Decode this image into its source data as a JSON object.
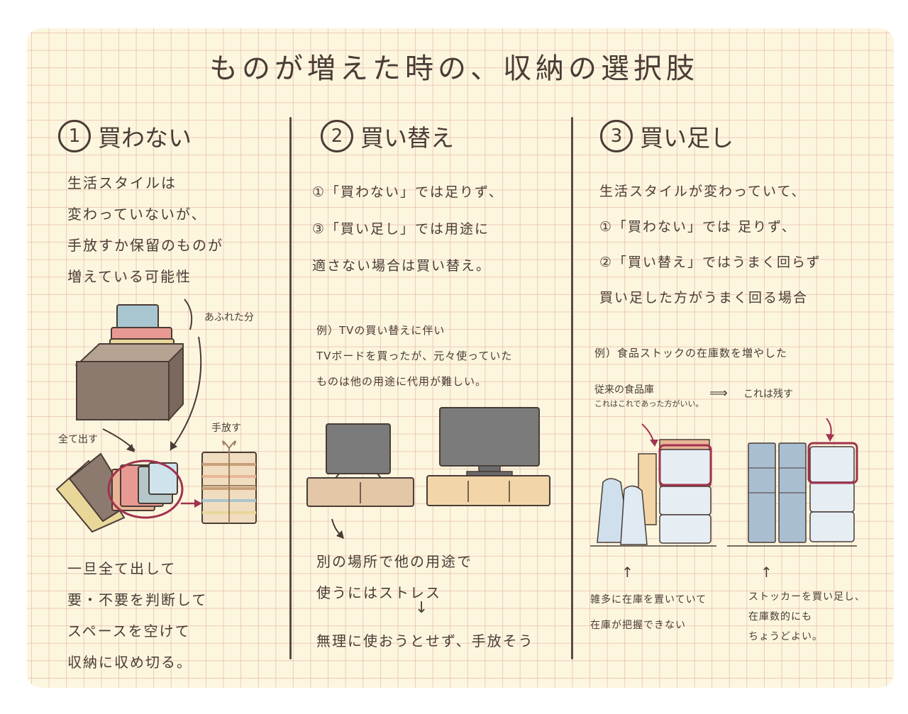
{
  "title": "ものが増えた時の、収納の選択肢",
  "col1": {
    "number": "1",
    "heading": "買わない",
    "lines": [
      "生活スタイルは",
      "変わっていないが、",
      "手放すか保留のものが",
      "増えている可能性"
    ],
    "label_overflow": "あふれた分",
    "label_takeout": "全て出す",
    "label_letgo": "手放す",
    "bottom": [
      "一旦全て出して",
      "要・不要を判断して",
      "スペースを空けて",
      "収納に収め切る。"
    ]
  },
  "col2": {
    "number": "2",
    "heading": "買い替え",
    "lines": [
      "①「買わない」では足りず、",
      "③「買い足し」では用途に",
      "適さない場合は買い替え。"
    ],
    "example": [
      "例）TVの買い替えに伴い",
      "TVボードを買ったが、元々使っていた",
      "ものは他の用途に代用が難しい。"
    ],
    "bottom1": [
      "別の場所で他の用途で",
      "使うにはストレス"
    ],
    "arrow": "↓",
    "bottom2": "無理に使おうとせず、手放そう"
  },
  "col3": {
    "number": "3",
    "heading": "買い足し",
    "lines": [
      "生活スタイルが変わっていて、",
      "①「買わない」では 足りず、",
      "②「買い替え」ではうまく回らず",
      "買い足した方がうまく回る場合"
    ],
    "example": "例）食品ストックの在庫数を増やした",
    "note_left": [
      "従来の食品庫",
      "これはこれであった方がいい。"
    ],
    "arrow_right": "⟹",
    "note_right": "これは残す",
    "up_arrow": "↑",
    "bottom_left": [
      "雑多に在庫を置いていて",
      "在庫が把握できない"
    ],
    "bottom_right": [
      "ストッカーを買い足し、",
      "在庫数的にも",
      "ちょうどよい。"
    ]
  }
}
